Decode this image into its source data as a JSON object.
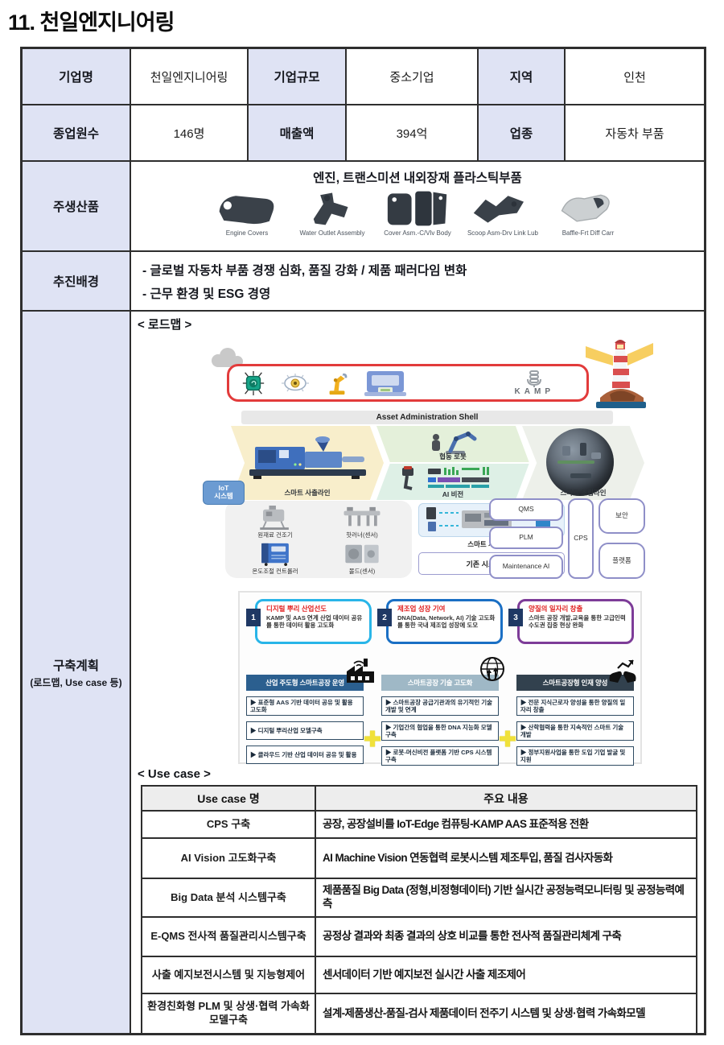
{
  "page": {
    "title": "11. 천일엔지니어링"
  },
  "colors": {
    "header_cell_bg": "#dfe3f4",
    "roadmap_frame_red": "#e23b3b",
    "iot_badge_blue": "#6b9bd2",
    "ribbon1_cyan": "#29b5e8",
    "ribbon2_blue": "#1a6fc4",
    "ribbon3_purple": "#7d3c98",
    "pillar1_header_bg": "#2b5f8f",
    "pillar2_header_bg": "#9fb8c6",
    "pillar3_header_bg": "#32414e",
    "plus_yellow": "#f0e13a"
  },
  "info": {
    "row1": [
      {
        "label": "기업명",
        "value": "천일엔지니어링"
      },
      {
        "label": "기업규모",
        "value": "중소기업"
      },
      {
        "label": "지역",
        "value": "인천"
      }
    ],
    "row2": [
      {
        "label": "종업원수",
        "value": "146명"
      },
      {
        "label": "매출액",
        "value": "394억"
      },
      {
        "label": "업종",
        "value": "자동차 부품"
      }
    ]
  },
  "products": {
    "row_label": "주생산품",
    "caption": "엔진, 트랜스미션 내외장재 플라스틱부품",
    "items": [
      {
        "name": "Engine Covers"
      },
      {
        "name": "Water Outlet Assembly"
      },
      {
        "name": "Cover Asm.-C/Vlv Body"
      },
      {
        "name": "Scoop Asm-Drv Link Lub"
      },
      {
        "name": "Baffle-Frt Diff Carr"
      }
    ]
  },
  "background": {
    "row_label": "추진배경",
    "lines": [
      "- 글로벌 자동차 부품 경쟁 심화, 품질 강화 / 제품 패러다임 변화",
      "- 근무 환경 및 ESG 경영"
    ]
  },
  "plan": {
    "row_label": "구축계획",
    "row_sublabel": "(로드맵, Use case 등)",
    "roadmap_heading": "< 로드맵 >",
    "usecase_heading": "< Use case >"
  },
  "roadmap": {
    "kamp_logo": "KAMP",
    "aas_bar": "Asset Administration Shell",
    "iot_badge_line1": "IoT",
    "iot_badge_line2": "시스템",
    "chevron1_label": "스마트 사출라인",
    "chevron2_top_label": "협동 로봇",
    "chevron2_bottom_label": "AI 비전",
    "chevron3_label": "스마트 조립라인",
    "equipment": [
      "원재료 건조기",
      "핫러너(센서)",
      "온도조절 컨트롤러",
      "몰드(센서)"
    ],
    "smart_condition_label": "스마트 사출 조건",
    "improve_box_label": "기존 시스템 개선",
    "system_boxes": {
      "qms": "QMS",
      "plm": "PLM",
      "maintenance": "Maintenance AI",
      "cps": "CPS",
      "security": "보안",
      "platform": "플랫폼"
    },
    "goals": [
      {
        "num": "1",
        "title": "디지털 뿌리 산업선도",
        "body": "KAMP 및 AAS 연계 산업 데이터 공유를 통한 데이터 활용 고도화"
      },
      {
        "num": "2",
        "title": "제조업 성장 기여",
        "body": "DNA(Data, Network, AI) 기술 고도화를 통한 국내 제조업 성장에 도모"
      },
      {
        "num": "3",
        "title": "양질의 일자리 창출",
        "body": "스마트 공장 개발,교육을 통한 고급인력 수도권 집중 현상 완화"
      }
    ],
    "plus_symbol": "✚",
    "pillars": [
      {
        "header": "산업 주도형 스마트공장 운영",
        "items": [
          "▶ 표준형 AAS 기반 데이터 공유 및 활용 고도화",
          "▶ 디지털 뿌리산업 모델구축",
          "▶ 클라우드 기반 산업 데이터 공유 및 활용"
        ]
      },
      {
        "header": "스마트공장 기술 고도화",
        "items": [
          "▶ 스마트공장 공급기관과의 유기적인 기술 개발 및 연계",
          "▶ 기업간의 협업을 통한 DNA 지능화 모델 구축",
          "▶ 로봇-머신비전 플랫폼 기반 CPS 시스템 구축"
        ]
      },
      {
        "header": "스마트공장형 인재 양성",
        "items": [
          "▶ 전문 지식근로자 양성을 통한 양질의 일자리 창출",
          "▶ 산학협력을 통한 지속적인 스마트 기술 개발",
          "▶ 정부지원사업을 통한 도입 기업 발굴 및 지원"
        ]
      }
    ]
  },
  "usecase": {
    "headers": [
      "Use case 명",
      "주요 내용"
    ],
    "rows": [
      {
        "name": "CPS 구축",
        "desc": "공장, 공장설비를 IoT-Edge 컴퓨팅-KAMP AAS 표준적용 전환"
      },
      {
        "name": "AI Vision 고도화구축",
        "desc": "AI Machine Vision 연동협력 로봇시스템 제조투입, 품질 검사자동화"
      },
      {
        "name": "Big Data 분석 시스템구축",
        "desc": "제품품질 Big Data (정형,비정형데이터) 기반 실시간 공정능력모니터링 및 공정능력예측"
      },
      {
        "name": "E-QMS 전사적 품질관리시스템구축",
        "desc": "공정상 결과와 최종 결과의 상호 비교를 통한 전사적 품질관리체계 구축"
      },
      {
        "name": "사출 예지보전시스템 및 지능형제어",
        "desc": "센서데이터 기반 예지보전 실시간 사출 제조제어"
      },
      {
        "name": "환경친화형 PLM 및 상생·협력 가속화모델구축",
        "desc": "설계-제품생산-품질-검사 제품데이터 전주기 시스템 및 상생·협력 가속화모델"
      }
    ]
  }
}
